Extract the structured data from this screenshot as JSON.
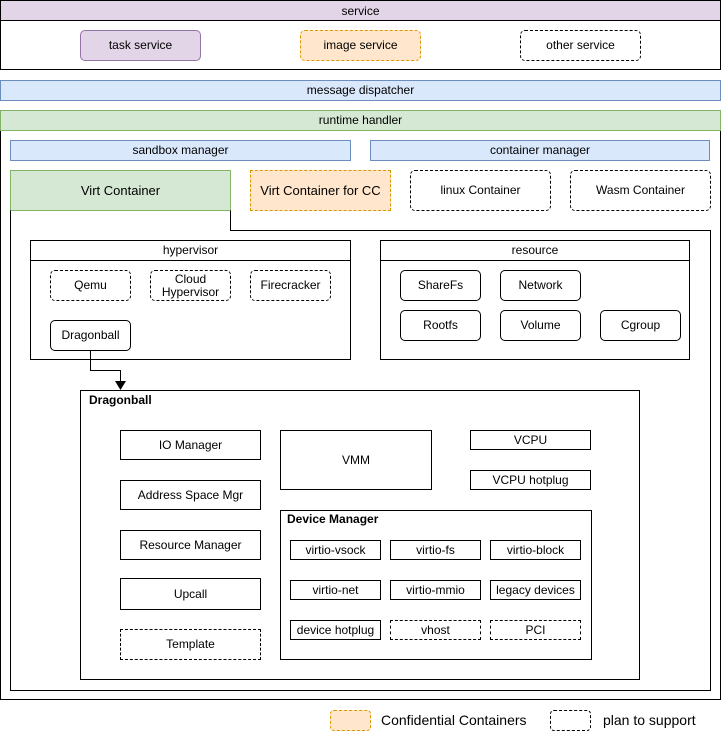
{
  "service": {
    "title": "service",
    "items": {
      "task": "task service",
      "image": "image service",
      "other": "other service"
    }
  },
  "message_dispatcher": "message dispatcher",
  "runtime_handler": "runtime handler",
  "sandbox_manager": "sandbox manager",
  "container_manager": "container manager",
  "containers": {
    "virt": "Virt Container",
    "virt_cc": "Virt Container for CC",
    "linux": "linux Container",
    "wasm": "Wasm Container"
  },
  "hypervisor": {
    "title": "hypervisor",
    "qemu": "Qemu",
    "cloud": "Cloud Hypervisor",
    "firecracker": "Firecracker",
    "dragonball": "Dragonball"
  },
  "resource": {
    "title": "resource",
    "sharefs": "ShareFs",
    "network": "Network",
    "rootfs": "Rootfs",
    "volume": "Volume",
    "cgroup": "Cgroup"
  },
  "dragonball": {
    "title": "Dragonball",
    "io_manager": "IO Manager",
    "address_space": "Address Space Mgr",
    "resource_manager": "Resource Manager",
    "upcall": "Upcall",
    "template": "Template",
    "vmm": "VMM",
    "vcpu": "VCPU",
    "vcpu_hotplug": "VCPU hotplug",
    "device_manager": {
      "title": "Device Manager",
      "virtio_vsock": "virtio-vsock",
      "virtio_fs": "virtio-fs",
      "virtio_block": "virtio-block",
      "virtio_net": "virtio-net",
      "virtio_mmio": "virtio-mmio",
      "legacy": "legacy devices",
      "device_hotplug": "device hotplug",
      "vhost": "vhost",
      "pci": "PCI"
    }
  },
  "legend": {
    "confidential": "Confidential Containers",
    "plan": "plan to support"
  },
  "colors": {
    "purple_fill": "#e1d5e7",
    "orange_fill": "#ffe6cc",
    "blue_fill": "#dae8fc",
    "green_fill": "#d5e8d4"
  }
}
